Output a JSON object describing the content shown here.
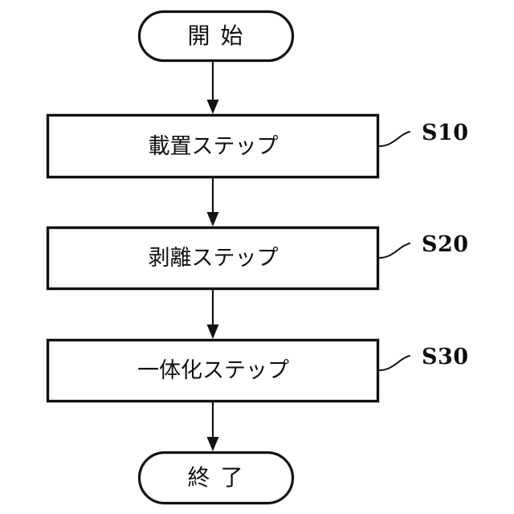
{
  "diagram": {
    "kind": "process-flowchart",
    "background_color": "#ffffff",
    "stroke_color": "#121212",
    "text_color": "#101010",
    "nodes": [
      {
        "id": "start",
        "shape": "terminator",
        "label": "開 始"
      },
      {
        "id": "step10",
        "shape": "process-box",
        "label": "載置ステップ",
        "ref": "S10"
      },
      {
        "id": "step20",
        "shape": "process-box",
        "label": "剥離ステップ",
        "ref": "S20"
      },
      {
        "id": "step30",
        "shape": "process-box",
        "label": "一体化ステップ",
        "ref": "S30"
      },
      {
        "id": "end",
        "shape": "terminator",
        "label": "終 了"
      }
    ],
    "connectors": [
      {
        "from": "start",
        "to": "step10",
        "arrow": "down"
      },
      {
        "from": "step10",
        "to": "step20",
        "arrow": "down"
      },
      {
        "from": "step20",
        "to": "step30",
        "arrow": "down"
      },
      {
        "from": "step30",
        "to": "end",
        "arrow": "down"
      }
    ]
  }
}
